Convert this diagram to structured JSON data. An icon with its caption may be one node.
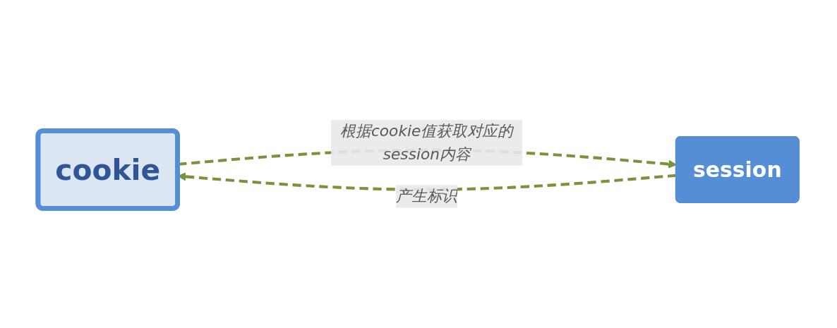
{
  "diagram": {
    "nodes": [
      {
        "text": [
          "cookie"
        ]
      },
      {
        "text": [
          "session"
        ]
      }
    ],
    "edges": [
      {
        "from": 0,
        "to": 1,
        "arrow": "to",
        "label": "根据cookie值获取对应的session内容",
        "style": "dashed",
        "color": "#77933c"
      },
      {
        "from": 1,
        "to": 0,
        "arrow": "to",
        "label": "产生标识",
        "style": "dashed",
        "color": "#77933c"
      }
    ]
  }
}
